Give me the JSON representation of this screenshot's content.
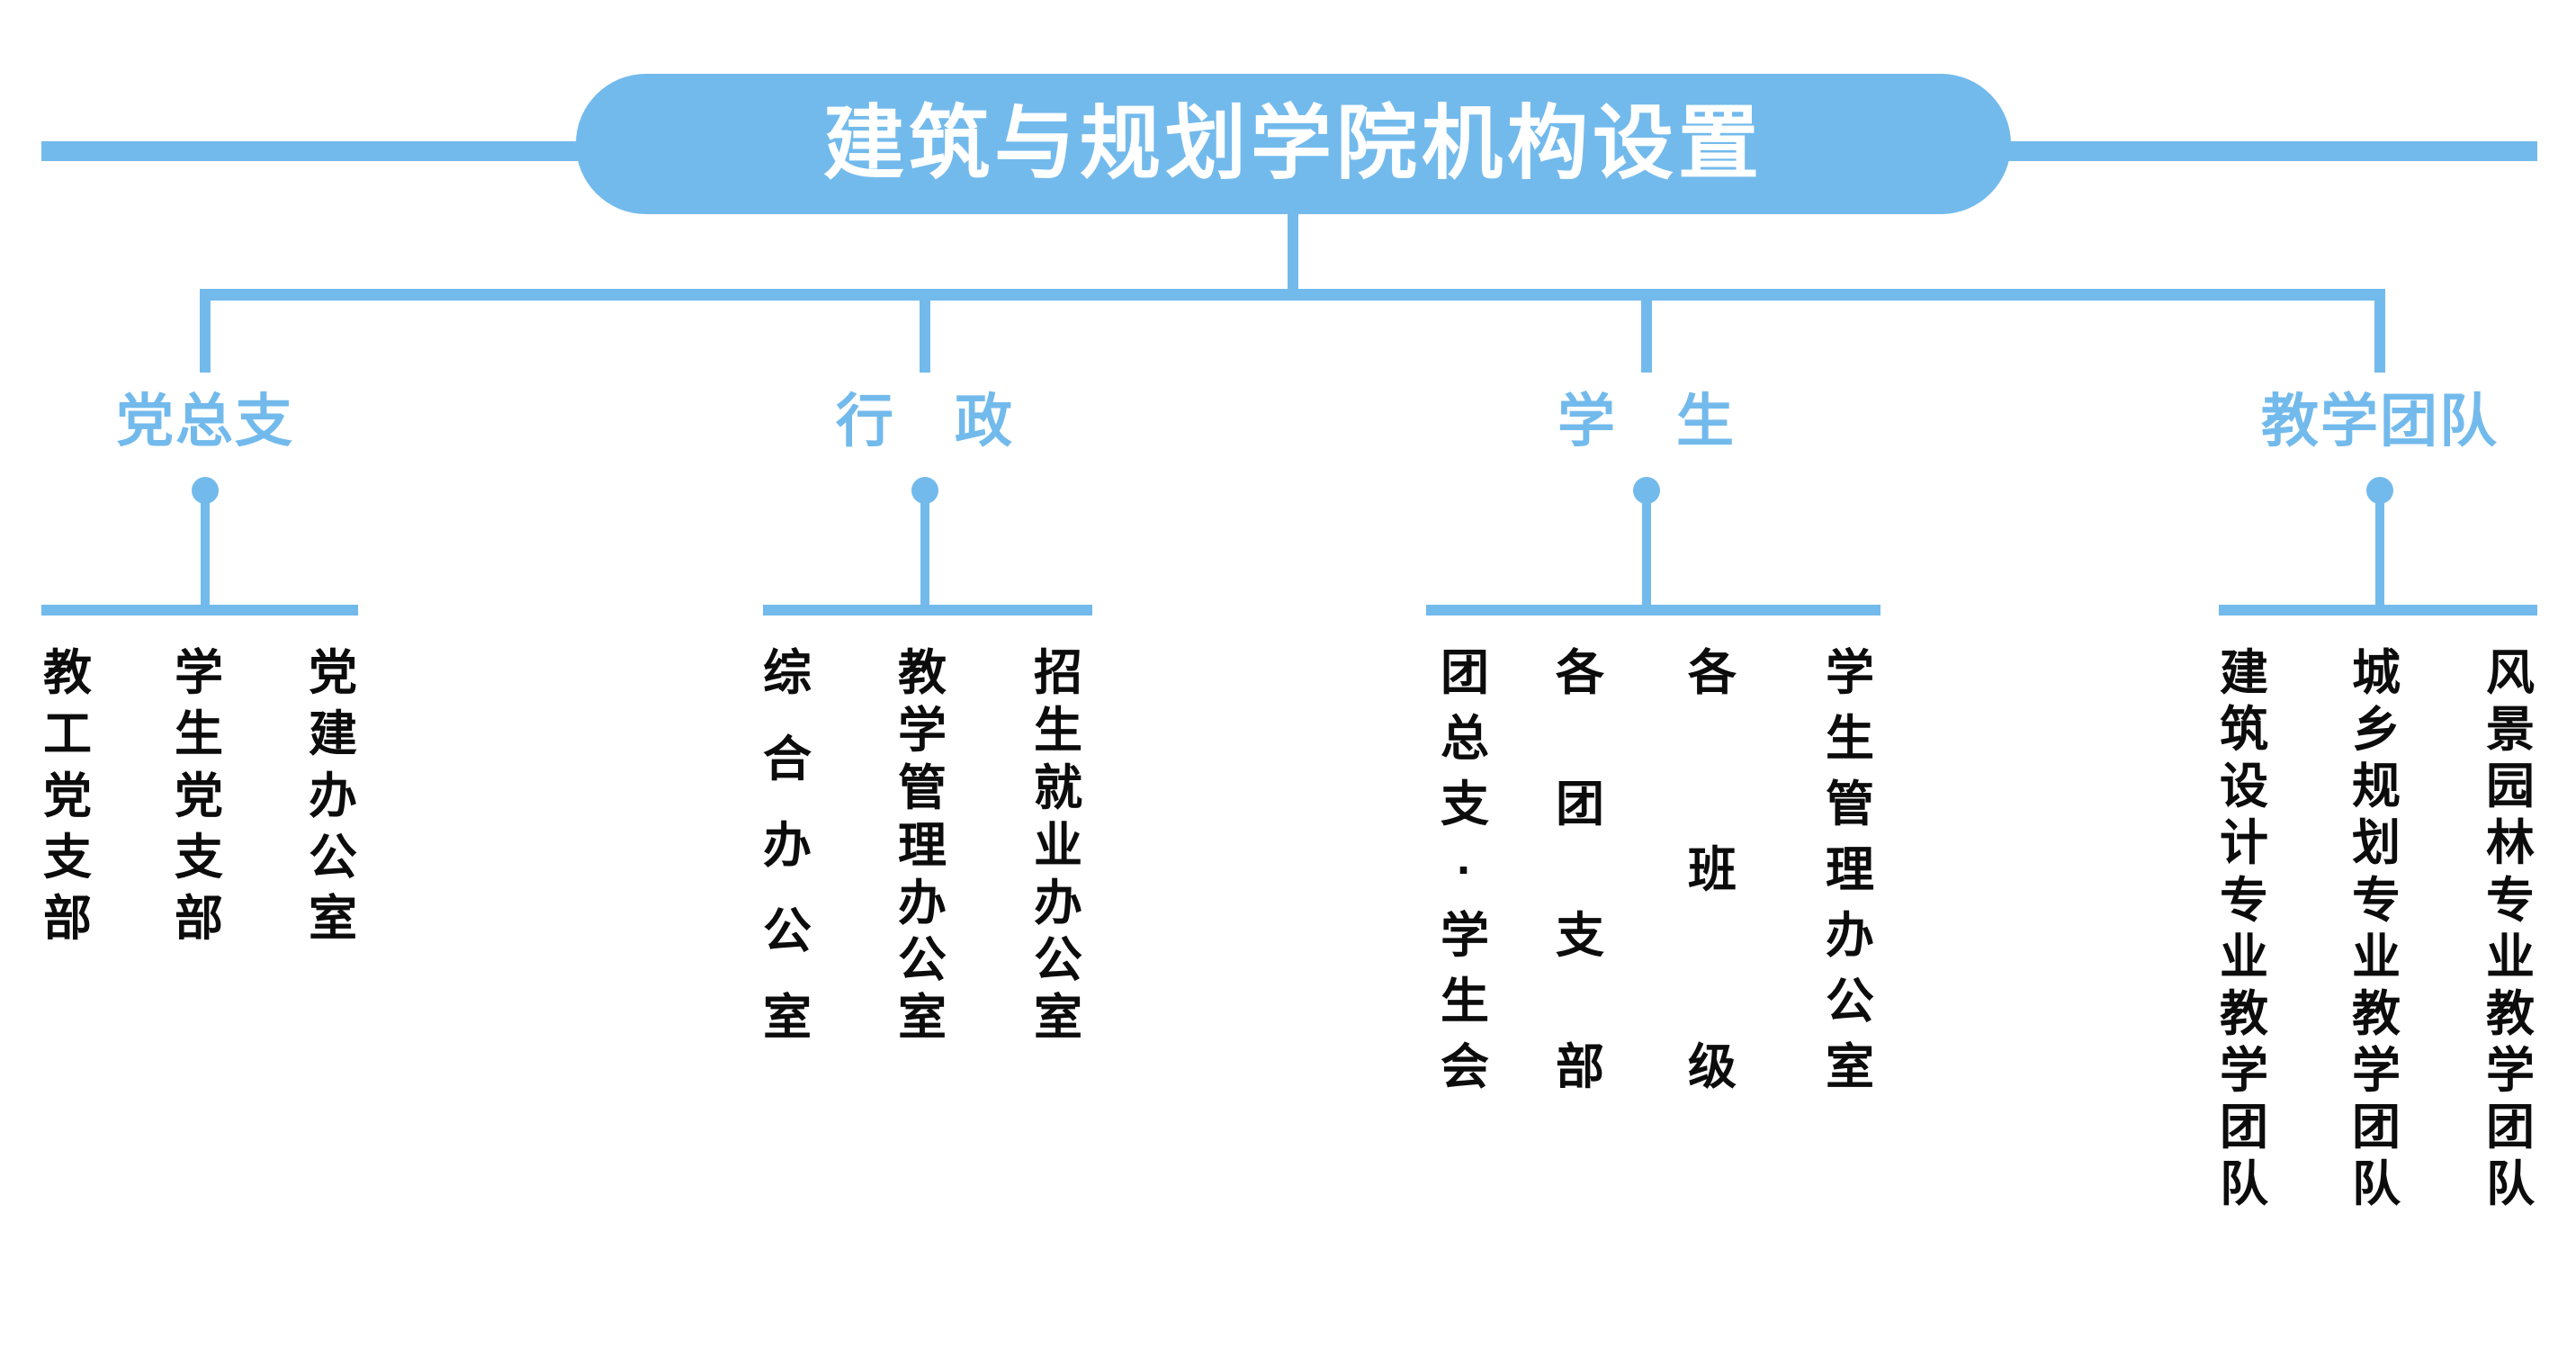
{
  "title": "建筑与规划学院机构设置",
  "colors": {
    "blue": "#73BAEC",
    "text": "#0c0c0c",
    "background": "#ffffff",
    "title_text": "#ffffff"
  },
  "branches": [
    {
      "label": "党总支",
      "items": [
        "教工党支部",
        "学生党支部",
        "党建办公室"
      ]
    },
    {
      "label": "行　政",
      "items": [
        "综合办公室",
        "教学管理办公室",
        "招生就业办公室"
      ]
    },
    {
      "label": "学　生",
      "items": [
        "团总支·学生会",
        "各团支部",
        "各班级",
        "学生管理办公室"
      ]
    },
    {
      "label": "教学团队",
      "items": [
        "建筑设计专业教学团队",
        "城乡规划专业教学团队",
        "风景园林专业教学团队"
      ]
    }
  ]
}
